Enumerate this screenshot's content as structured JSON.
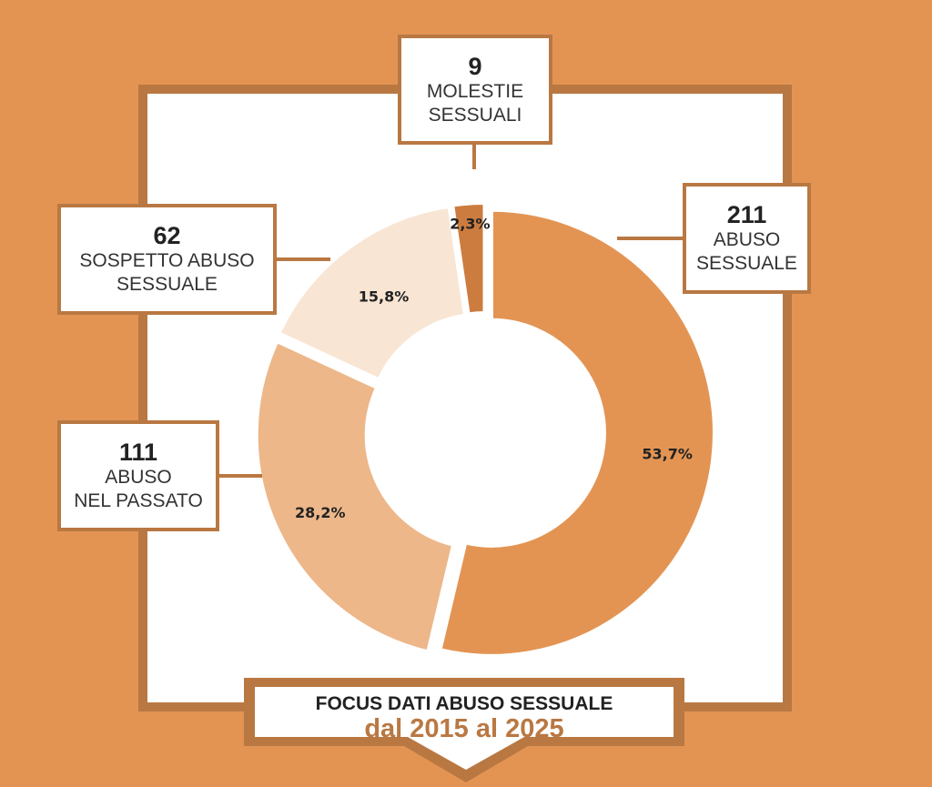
{
  "chart_data": {
    "type": "pie",
    "donut": true,
    "title": "FOCUS DATI ABUSO SESSUALE",
    "subtitle": "dal 2015 al 2025",
    "slices": [
      {
        "name": "ABUSO SESSUALE",
        "count": "211",
        "value": 53.7,
        "label": "53,7%",
        "line1": "ABUSO",
        "line2": "SESSUALE",
        "color": "#E39453"
      },
      {
        "name": "ABUSO NEL PASSATO",
        "count": "111",
        "value": 28.2,
        "label": "28,2%",
        "line1": "ABUSO",
        "line2": "NEL PASSATO",
        "color": "#EDB789"
      },
      {
        "name": "SOSPETTO ABUSO SESSUALE",
        "count": "62",
        "value": 15.8,
        "label": "15,8%",
        "line1": "SOSPETTO ABUSO",
        "line2": "SESSUALE",
        "color": "#F9E5D3"
      },
      {
        "name": "MOLESTIE SESSUALI",
        "count": "9",
        "value": 2.3,
        "label": "2,3%",
        "line1": "MOLESTIE",
        "line2": "SESSUALI",
        "color": "#CD7C3F"
      }
    ]
  },
  "colors": {
    "background": "#E39453",
    "border": "#B97842"
  }
}
